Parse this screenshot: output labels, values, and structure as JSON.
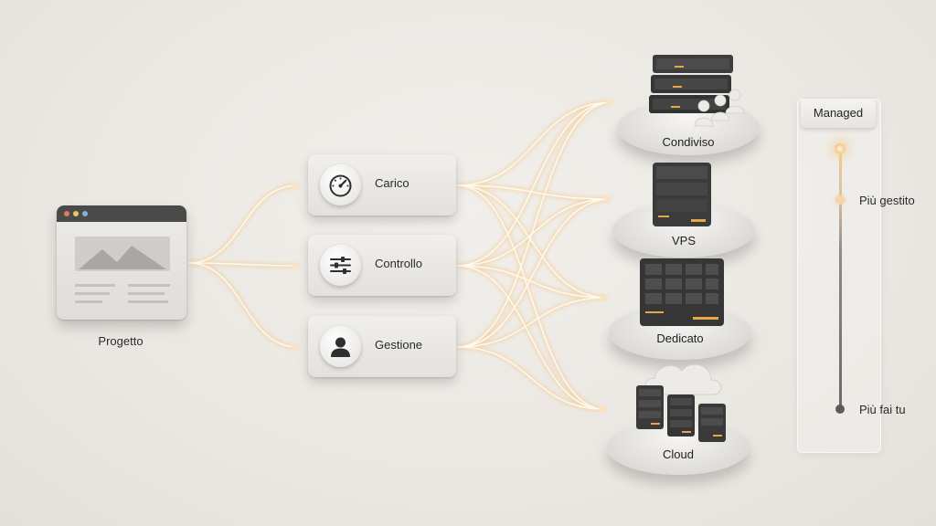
{
  "project": {
    "label": "Progetto"
  },
  "factors": [
    {
      "label": "Carico",
      "icon": "gauge-icon"
    },
    {
      "label": "Controllo",
      "icon": "sliders-icon"
    },
    {
      "label": "Gestione",
      "icon": "user-icon"
    }
  ],
  "platforms": [
    {
      "label": "Condiviso",
      "icon": "shared-servers-icon"
    },
    {
      "label": "VPS",
      "icon": "vps-server-icon"
    },
    {
      "label": "Dedicato",
      "icon": "dedicated-server-icon"
    },
    {
      "label": "Cloud",
      "icon": "cloud-servers-icon"
    }
  ],
  "scale": {
    "title": "Managed",
    "top_label": "Più gestito",
    "bottom_label": "Più fai tu"
  },
  "colors": {
    "flow_glow": "#f3c98f",
    "flow_core": "#fff6e6",
    "server_dark": "#3b3b3b",
    "accent_led": "#e8a64a"
  }
}
